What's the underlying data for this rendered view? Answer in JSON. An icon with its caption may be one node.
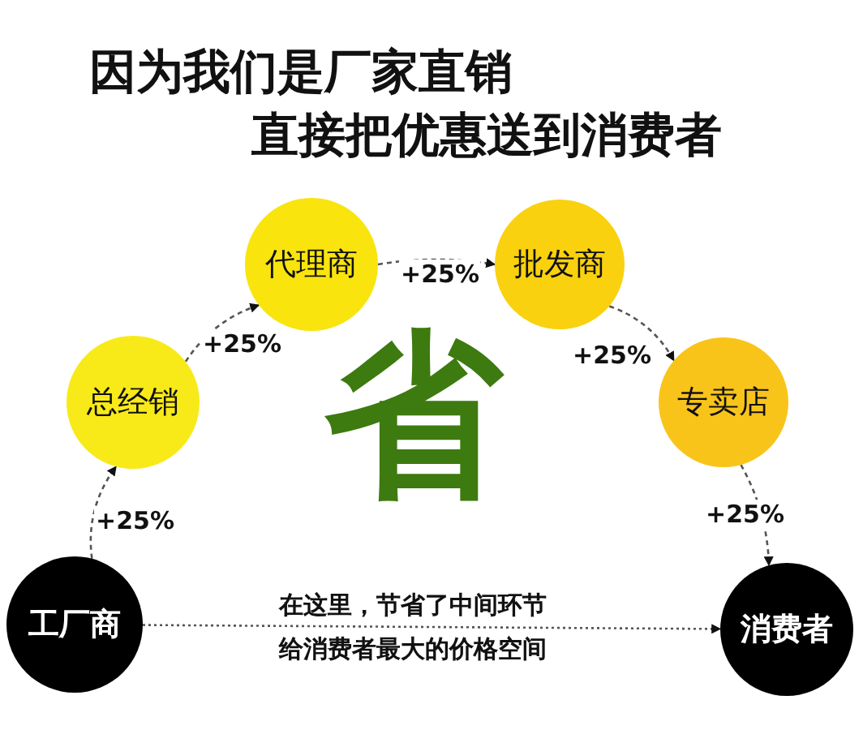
{
  "diagram": {
    "title": "因为我们是厂家直销",
    "nodes": [
      {
        "text": [
          "工厂商"
        ]
      },
      {
        "text": [
          "总经销"
        ]
      },
      {
        "text": [
          "代理商"
        ]
      },
      {
        "text": [
          "批发商"
        ]
      },
      {
        "text": [
          "专卖店"
        ]
      },
      {
        "text": [
          "消费者"
        ]
      }
    ],
    "edges": [
      {
        "from": 0,
        "to": 1,
        "arrow": "to",
        "label": "+25%",
        "style": "dashed"
      },
      {
        "from": 1,
        "to": 2,
        "arrow": "to",
        "label": "+25%",
        "style": "dashed"
      },
      {
        "from": 2,
        "to": 3,
        "arrow": "to",
        "label": "+25%",
        "style": "dashed"
      },
      {
        "from": 3,
        "to": 4,
        "arrow": "to",
        "label": "+25%",
        "style": "dashed"
      },
      {
        "from": 4,
        "to": 5,
        "arrow": "to",
        "label": "+25%",
        "style": "dashed"
      },
      {
        "from": 0,
        "to": 5,
        "arrow": "to",
        "style": "dashed"
      }
    ],
    "labels": [
      "直接把优惠送到消费者",
      "省",
      "在这里，节省了中间环节",
      "给消费者最大的价格空间"
    ]
  }
}
